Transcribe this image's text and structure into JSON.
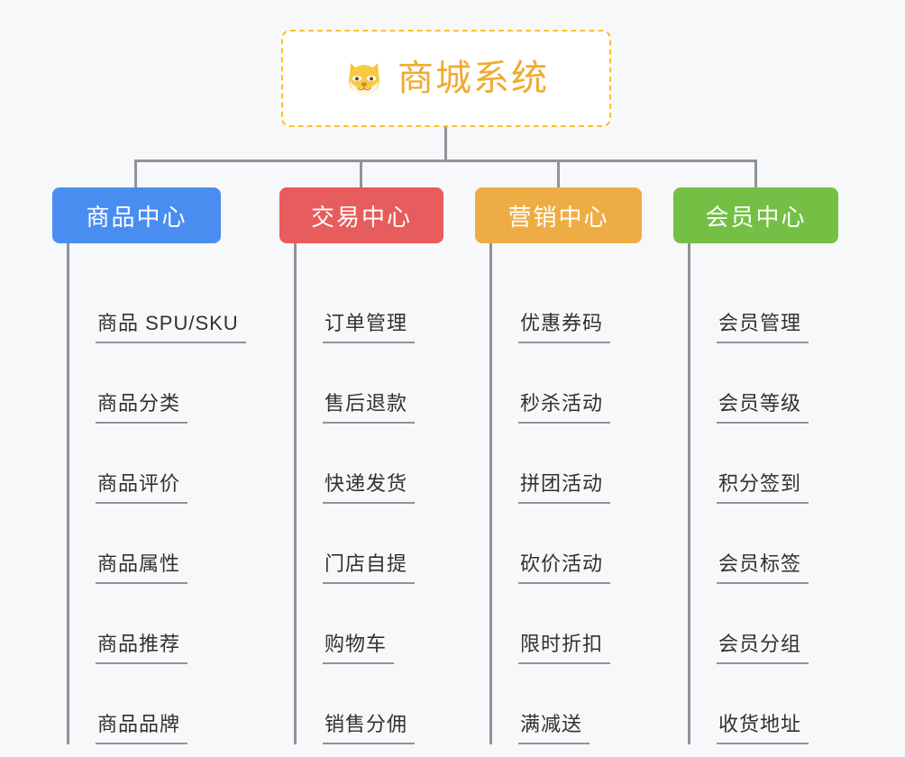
{
  "diagram": {
    "type": "mind-map",
    "title": "商城系统",
    "root": {
      "label": "商城系统",
      "icon": "shiba-dog-emoji",
      "text_color": "#f0ab2e",
      "border_color": "#fbc02d",
      "background": "#ffffff",
      "border_style": "dashed"
    },
    "connector_color": "#909399",
    "canvas_background": "#f7f8f9",
    "branches": [
      {
        "label": "商品中心",
        "color": "#4a8df0",
        "items": [
          "商品 SPU/SKU",
          "商品分类",
          "商品评价",
          "商品属性",
          "商品推荐",
          "商品品牌"
        ]
      },
      {
        "label": "交易中心",
        "color": "#e75c5c",
        "items": [
          "订单管理",
          "售后退款",
          "快递发货",
          "门店自提",
          "购物车",
          "销售分佣"
        ]
      },
      {
        "label": "营销中心",
        "color": "#eead44",
        "items": [
          "优惠券码",
          "秒杀活动",
          "拼团活动",
          "砍价活动",
          "限时折扣",
          "满减送"
        ]
      },
      {
        "label": "会员中心",
        "color": "#74c044",
        "items": [
          "会员管理",
          "会员等级",
          "积分签到",
          "会员标签",
          "会员分组",
          "收货地址"
        ]
      }
    ]
  }
}
